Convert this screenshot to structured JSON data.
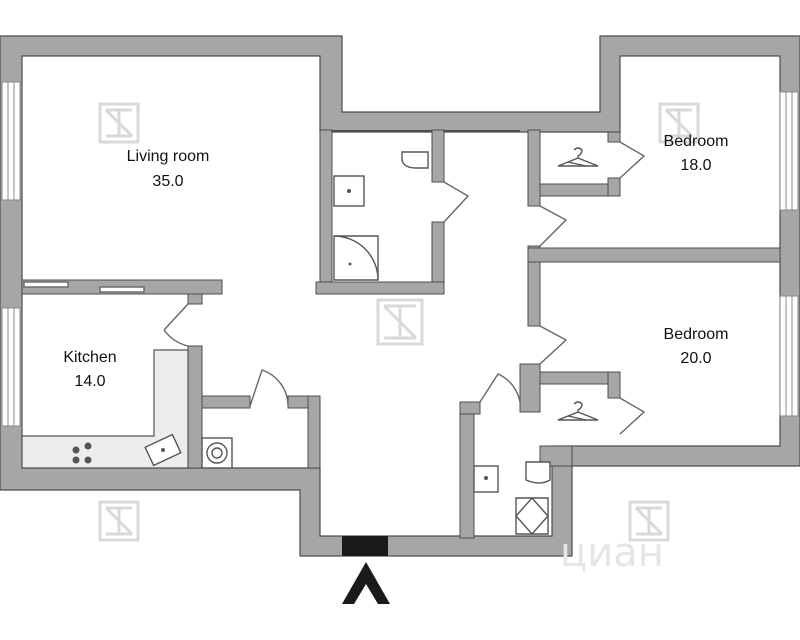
{
  "rooms": {
    "living_room": {
      "name": "Living room",
      "area": "35.0"
    },
    "kitchen": {
      "name": "Kitchen",
      "area": "14.0"
    },
    "bedroom_1": {
      "name": "Bedroom",
      "area": "18.0"
    },
    "bedroom_2": {
      "name": "Bedroom",
      "area": "20.0"
    }
  },
  "watermark": {
    "brand": "циан"
  },
  "colors": {
    "wall": "#a6a6a6",
    "wall_stroke": "#4d4d4d",
    "floor": "#ffffff",
    "entrance": "#1a1a1a",
    "watermark": "#dcdcdc"
  },
  "icons": [
    "entrance-arrow-icon",
    "hanger-icon",
    "toilet-icon",
    "sink-icon",
    "shower-icon",
    "stove-icon",
    "washer-icon",
    "watermark-logo-icon"
  ]
}
